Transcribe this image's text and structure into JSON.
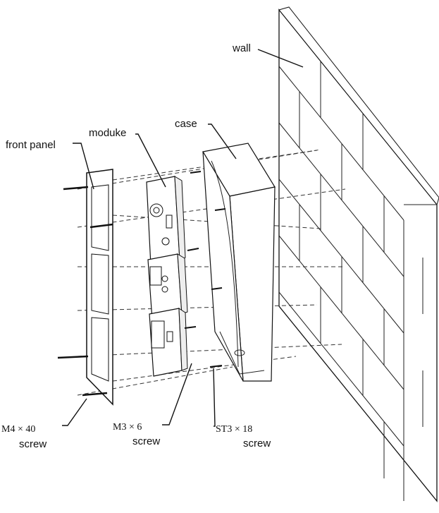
{
  "labels": {
    "wall": "wall",
    "case": "case",
    "module": "moduke",
    "front_panel": "front panel",
    "screw_m4": "M4 × 40",
    "screw_m3": "M3 × 6",
    "screw_st3": "ST3 × 18",
    "screw_word_1": "screw",
    "screw_word_2": "screw",
    "screw_word_3": "screw"
  }
}
